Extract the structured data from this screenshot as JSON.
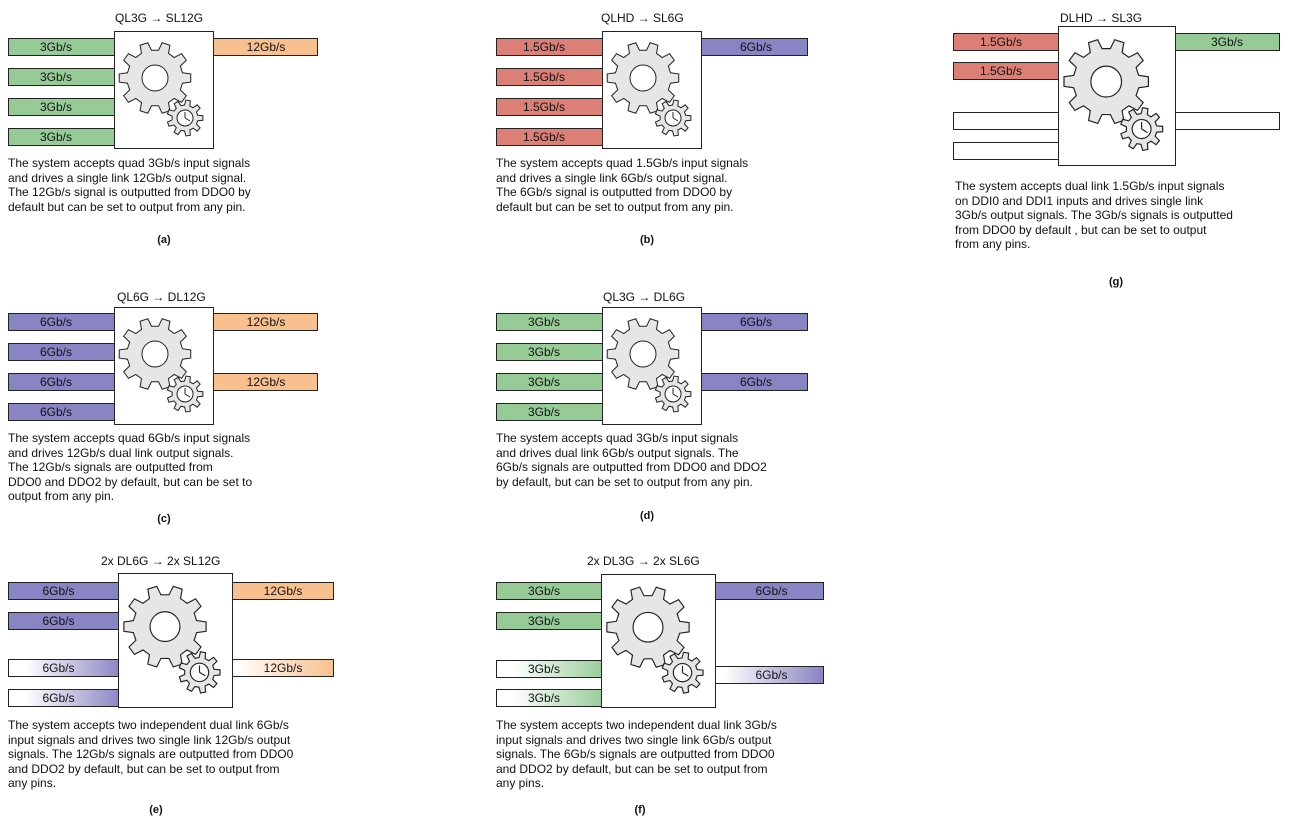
{
  "panels": {
    "a": {
      "title": "QL3G → SL12G",
      "inputs": [
        "3Gb/s",
        "3Gb/s",
        "3Gb/s",
        "3Gb/s"
      ],
      "outputs": [
        "12Gb/s"
      ],
      "description": [
        "The system accepts quad 3Gb/s input signals",
        "and drives a single link 12Gb/s output signal.",
        "The 12Gb/s signal is outputted from DDO0 by",
        "default but can be set to output from any pin."
      ],
      "caption": "(a)"
    },
    "b": {
      "title": "QLHD → SL6G",
      "inputs": [
        "1.5Gb/s",
        "1.5Gb/s",
        "1.5Gb/s",
        "1.5Gb/s"
      ],
      "outputs": [
        "6Gb/s"
      ],
      "description": [
        "The system accepts quad 1.5Gb/s input signals",
        "and drives a single link 6Gb/s output signal.",
        "The 6Gb/s signal is outputted from DDO0 by",
        "default but can be set to output from any pin."
      ],
      "caption": "(b)"
    },
    "c": {
      "title": "QL6G → DL12G",
      "inputs": [
        "6Gb/s",
        "6Gb/s",
        "6Gb/s",
        "6Gb/s"
      ],
      "outputs": [
        "12Gb/s",
        "12Gb/s"
      ],
      "description": [
        "The system accepts quad 6Gb/s input signals",
        "and drives 12Gb/s dual link output signals.",
        "The 12Gb/s signals are outputted from",
        "DDO0 and DDO2 by default, but can be set to",
        "output from any pin."
      ],
      "caption": "(c)"
    },
    "d": {
      "title": "QL3G → DL6G",
      "inputs": [
        "3Gb/s",
        "3Gb/s",
        "3Gb/s",
        "3Gb/s"
      ],
      "outputs": [
        "6Gb/s",
        "6Gb/s"
      ],
      "description": [
        "The system accepts quad 3Gb/s input signals",
        "and drives dual link 6Gb/s output signals. The",
        "6Gb/s signals are outputted from DDO0 and DDO2",
        "by default, but can be set to output from any pin."
      ],
      "caption": "(d)"
    },
    "e": {
      "title": "2x DL6G →  2x SL12G",
      "inputs": [
        "6Gb/s",
        "6Gb/s",
        "6Gb/s",
        "6Gb/s"
      ],
      "outputs": [
        "12Gb/s",
        "12Gb/s"
      ],
      "description": [
        "The system accepts two independent dual link 6Gb/s",
        "input signals and drives two single link 12Gb/s output",
        "signals. The 12Gb/s signals are outputted from DDO0",
        "and DDO2 by default, but can be set to output from",
        "any pins."
      ],
      "caption": "(e)"
    },
    "f": {
      "title": "2x DL3G →  2x SL6G",
      "inputs": [
        "3Gb/s",
        "3Gb/s",
        "3Gb/s",
        "3Gb/s"
      ],
      "outputs": [
        "6Gb/s",
        "6Gb/s"
      ],
      "description": [
        "The system accepts two independent dual link 3Gb/s",
        "input signals and drives two single link 6Gb/s output",
        "signals. The 6Gb/s signals are outputted from DDO0",
        "and DDO2 by default, but can be set to output from",
        "any pins."
      ],
      "caption": "(f)"
    },
    "g": {
      "title": "DLHD → SL3G",
      "inputs": [
        "1.5Gb/s",
        "1.5Gb/s",
        "",
        ""
      ],
      "outputs": [
        "3Gb/s",
        ""
      ],
      "description": [
        "The system accepts dual link 1.5Gb/s input signals",
        "on DDI0 and DDI1 inputs and drives single link",
        "3Gb/s output signals. The 3Gb/s signals is outputted",
        "from DDO0  by default , but can be set to output",
        "from any pins."
      ],
      "caption": "(g)"
    }
  },
  "colors": {
    "green": "#96cb98",
    "red": "#dc7f76",
    "purple": "#8984c3",
    "orange": "#f8c08f",
    "gear_fill": "#e6e6e6",
    "outline": "#222222"
  },
  "icons": [
    "gear-icon",
    "small-gear-with-clock-icon"
  ]
}
